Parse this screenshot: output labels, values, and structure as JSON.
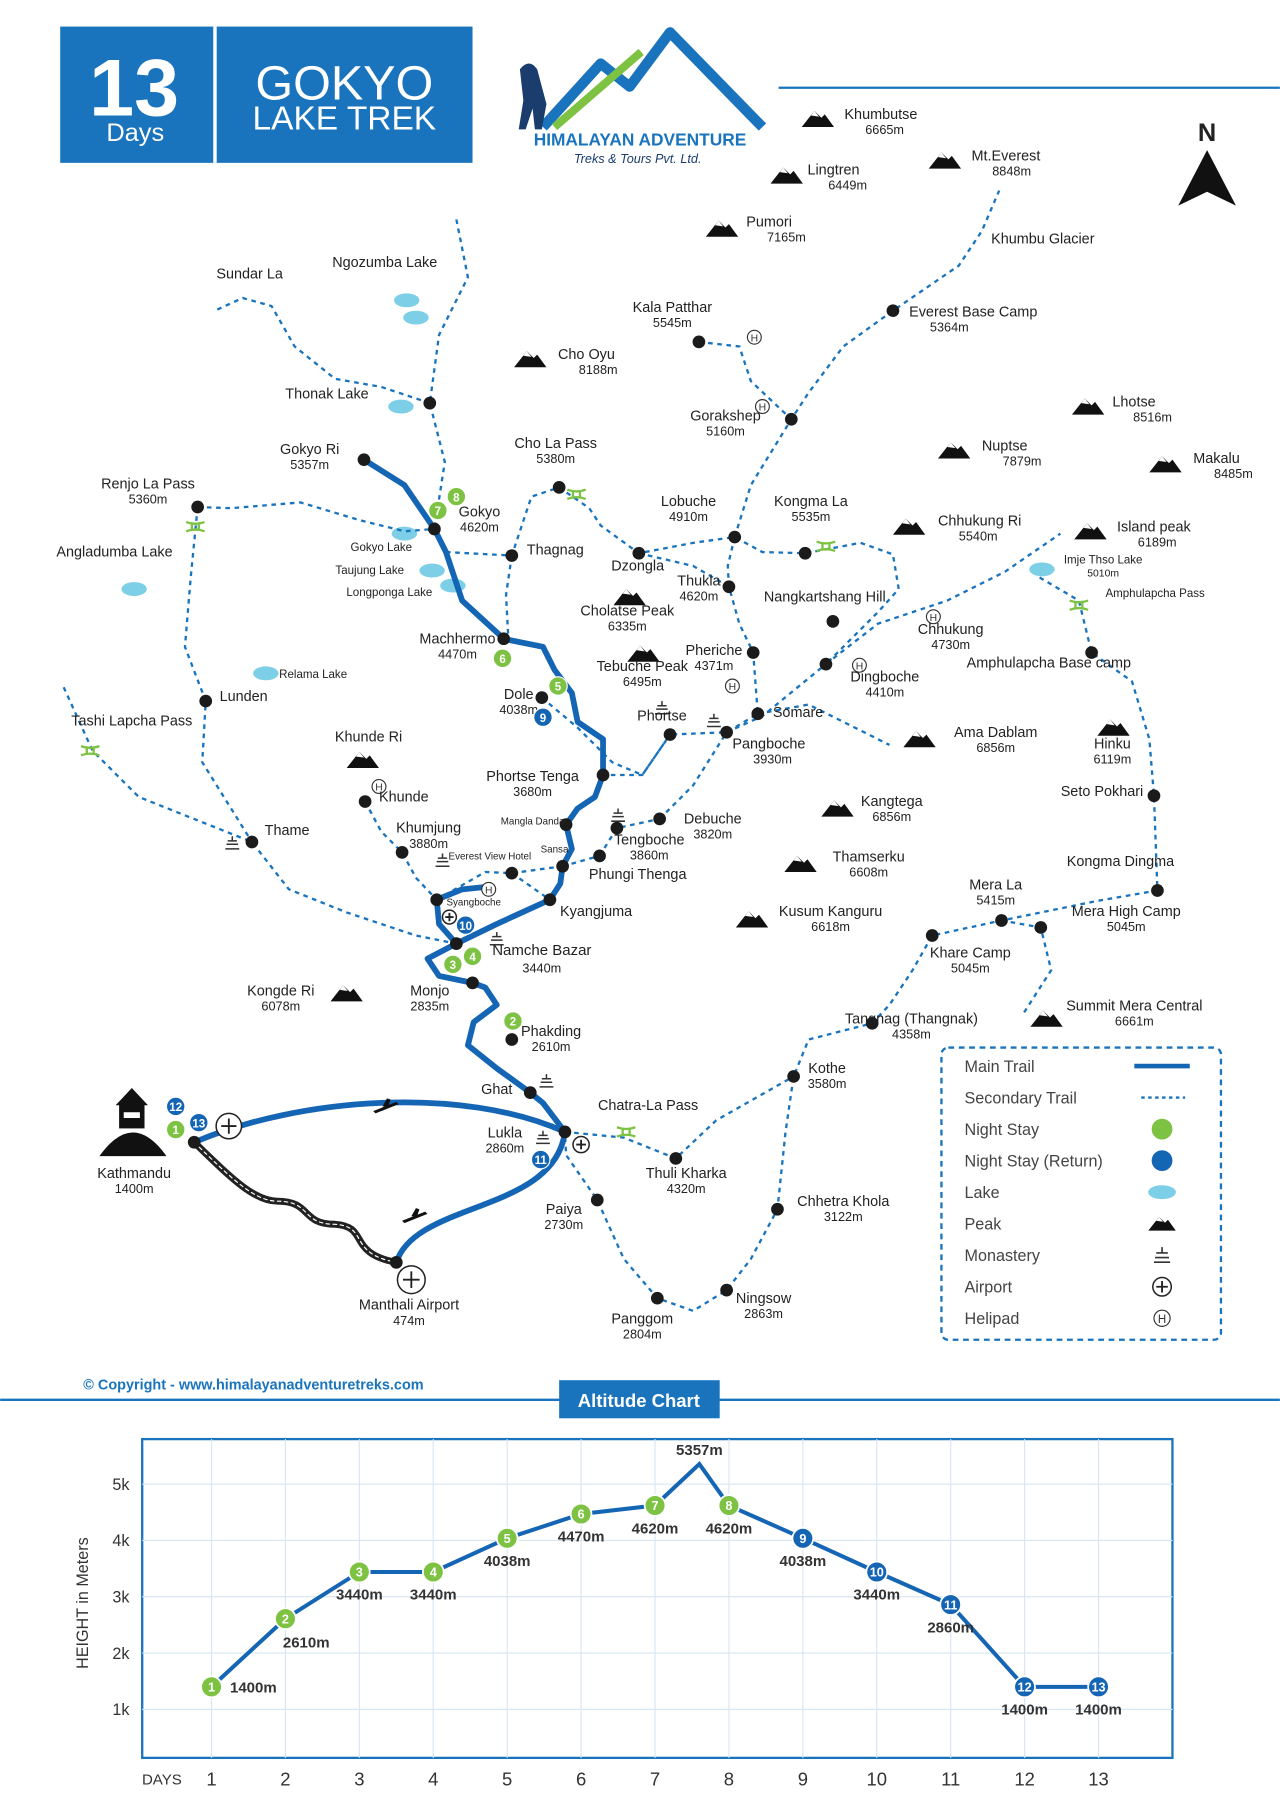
{
  "header": {
    "days_number": "13",
    "days_label": "Days",
    "title_line1": "GOKYO",
    "title_line2": "LAKE TREK"
  },
  "logo": {
    "name": "HIMALAYAN ADVENTURE",
    "tagline": "Treks & Tours Pvt. Ltd."
  },
  "north_label": "N",
  "colors": {
    "brand_blue": "#1a74bd",
    "main_trail": "#1565b5",
    "night_stay": "#7dc242",
    "night_stay_return": "#1565b5",
    "lake": "#7ccfe6"
  },
  "places": [
    {
      "kind": "peak",
      "name": "Khumbutse",
      "elev": "6665m"
    },
    {
      "kind": "peak",
      "name": "Lingtren",
      "elev": "6449m"
    },
    {
      "kind": "peak",
      "name": "Mt.Everest",
      "elev": "8848m"
    },
    {
      "kind": "peak",
      "name": "Pumori",
      "elev": "7165m"
    },
    {
      "kind": "label",
      "name": "Khumbu Glacier",
      "elev": ""
    },
    {
      "kind": "stop",
      "name": "Everest Base Camp",
      "elev": "5364m"
    },
    {
      "kind": "stop",
      "name": "Kala Patthar",
      "elev": "5545m"
    },
    {
      "kind": "stop",
      "name": "Gorakshep",
      "elev": "5160m"
    },
    {
      "kind": "peak",
      "name": "Cho Oyu",
      "elev": "8188m"
    },
    {
      "kind": "peak",
      "name": "Lhotse",
      "elev": "8516m"
    },
    {
      "kind": "peak",
      "name": "Nuptse",
      "elev": "7879m"
    },
    {
      "kind": "peak",
      "name": "Makalu",
      "elev": "8485m"
    },
    {
      "kind": "label",
      "name": "Sundar La",
      "elev": ""
    },
    {
      "kind": "label",
      "name": "Ngozumba Lake",
      "elev": ""
    },
    {
      "kind": "stop",
      "name": "Thonak Lake",
      "elev": ""
    },
    {
      "kind": "stop",
      "name": "Gokyo Ri",
      "elev": "5357m"
    },
    {
      "kind": "stop",
      "name": "Renjo La Pass",
      "elev": "5360m"
    },
    {
      "kind": "stop",
      "name": "Cho La Pass",
      "elev": "5380m"
    },
    {
      "kind": "stop",
      "name": "Gokyo",
      "elev": "4620m"
    },
    {
      "kind": "small",
      "name": "Gokyo Lake",
      "elev": ""
    },
    {
      "kind": "small",
      "name": "Taujung Lake",
      "elev": ""
    },
    {
      "kind": "small",
      "name": "Longponga Lake",
      "elev": ""
    },
    {
      "kind": "stop",
      "name": "Thagnag",
      "elev": ""
    },
    {
      "kind": "label",
      "name": "Angladumba Lake",
      "elev": ""
    },
    {
      "kind": "stop",
      "name": "Lobuche",
      "elev": "4910m"
    },
    {
      "kind": "stop",
      "name": "Kongma La",
      "elev": "5535m"
    },
    {
      "kind": "stop",
      "name": "Dzongla",
      "elev": ""
    },
    {
      "kind": "stop",
      "name": "Thukla",
      "elev": "4620m"
    },
    {
      "kind": "peak",
      "name": "Chhukung Ri",
      "elev": "5540m"
    },
    {
      "kind": "peak",
      "name": "Island peak",
      "elev": "6189m"
    },
    {
      "kind": "small",
      "name": "Imje Thso Lake",
      "elev": "5010m"
    },
    {
      "kind": "small",
      "name": "Amphulapcha Pass",
      "elev": ""
    },
    {
      "kind": "peak",
      "name": "Cholatse Peak",
      "elev": "6335m"
    },
    {
      "kind": "stop",
      "name": "Nangkartshang Hill",
      "elev": ""
    },
    {
      "kind": "label",
      "name": "Chhukung",
      "elev": "4730m"
    },
    {
      "kind": "stop",
      "name": "Machhermo",
      "elev": "4470m"
    },
    {
      "kind": "peak",
      "name": "Tebuche Peak",
      "elev": "6495m"
    },
    {
      "kind": "stop",
      "name": "Pheriche",
      "elev": "4371m"
    },
    {
      "kind": "stop",
      "name": "Dingboche",
      "elev": "4410m"
    },
    {
      "kind": "stop",
      "name": "Amphulapcha Base camp",
      "elev": ""
    },
    {
      "kind": "small",
      "name": "Relama Lake",
      "elev": ""
    },
    {
      "kind": "stop",
      "name": "Lunden",
      "elev": ""
    },
    {
      "kind": "stop",
      "name": "Dole",
      "elev": "4038m"
    },
    {
      "kind": "label",
      "name": "Tashi Lapcha Pass",
      "elev": ""
    },
    {
      "kind": "stop",
      "name": "Phortse",
      "elev": ""
    },
    {
      "kind": "stop",
      "name": "Somare",
      "elev": ""
    },
    {
      "kind": "stop",
      "name": "Pangboche",
      "elev": "3930m"
    },
    {
      "kind": "peak",
      "name": "Ama Dablam",
      "elev": "6856m"
    },
    {
      "kind": "peak",
      "name": "Hinku",
      "elev": "6119m"
    },
    {
      "kind": "peak",
      "name": "Khunde Ri",
      "elev": ""
    },
    {
      "kind": "stop",
      "name": "Khunde",
      "elev": ""
    },
    {
      "kind": "stop",
      "name": "Phortse Tenga",
      "elev": "3680m"
    },
    {
      "kind": "stop",
      "name": "Seto Pokhari",
      "elev": ""
    },
    {
      "kind": "peak",
      "name": "Kangtega",
      "elev": "6856m"
    },
    {
      "kind": "stop",
      "name": "Thame",
      "elev": ""
    },
    {
      "kind": "stop",
      "name": "Khumjung",
      "elev": "3880m"
    },
    {
      "kind": "stop",
      "name": "Mangla Danda",
      "elev": ""
    },
    {
      "kind": "stop",
      "name": "Debuche",
      "elev": "3820m"
    },
    {
      "kind": "stop",
      "name": "Tengboche",
      "elev": "3860m"
    },
    {
      "kind": "stop",
      "name": "Phungi Thenga",
      "elev": ""
    },
    {
      "kind": "stop",
      "name": "Sansa",
      "elev": ""
    },
    {
      "kind": "stop",
      "name": "Everest View Hotel",
      "elev": ""
    },
    {
      "kind": "stop",
      "name": "Syangboche",
      "elev": ""
    },
    {
      "kind": "peak",
      "name": "Thamserku",
      "elev": "6608m"
    },
    {
      "kind": "stop",
      "name": "Kongma Dingma",
      "elev": ""
    },
    {
      "kind": "stop",
      "name": "Mera La",
      "elev": "5415m"
    },
    {
      "kind": "stop",
      "name": "Mera High Camp",
      "elev": "5045m"
    },
    {
      "kind": "stop",
      "name": "Kyangjuma",
      "elev": ""
    },
    {
      "kind": "peak",
      "name": "Kusum Kanguru",
      "elev": "6618m"
    },
    {
      "kind": "stop",
      "name": "Khare Camp",
      "elev": "5045m"
    },
    {
      "kind": "stop",
      "name": "Namche Bazar",
      "elev": "3440m"
    },
    {
      "kind": "peak",
      "name": "Kongde Ri",
      "elev": "6078m"
    },
    {
      "kind": "stop",
      "name": "Monjo",
      "elev": "2835m"
    },
    {
      "kind": "peak",
      "name": "Summit Mera Central",
      "elev": "6661m"
    },
    {
      "kind": "stop",
      "name": "Tangnag (Thangnak)",
      "elev": "4358m"
    },
    {
      "kind": "stop",
      "name": "Phakding",
      "elev": "2610m"
    },
    {
      "kind": "stop",
      "name": "Kothe",
      "elev": "3580m"
    },
    {
      "kind": "stop",
      "name": "Ghat",
      "elev": ""
    },
    {
      "kind": "label",
      "name": "Chatra-La Pass",
      "elev": ""
    },
    {
      "kind": "stop",
      "name": "Lukla",
      "elev": "2860m"
    },
    {
      "kind": "stop",
      "name": "Kathmandu",
      "elev": "1400m"
    },
    {
      "kind": "stop",
      "name": "Thuli Kharka",
      "elev": "4320m"
    },
    {
      "kind": "stop",
      "name": "Paiya",
      "elev": "2730m"
    },
    {
      "kind": "stop",
      "name": "Chhetra Khola",
      "elev": "3122m"
    },
    {
      "kind": "stop",
      "name": "Manthali Airport",
      "elev": "474m"
    },
    {
      "kind": "stop",
      "name": "Ningsow",
      "elev": "2863m"
    },
    {
      "kind": "stop",
      "name": "Panggom",
      "elev": "2804m"
    }
  ],
  "night_stays": [
    {
      "day": "1",
      "type": "outbound"
    },
    {
      "day": "2",
      "type": "outbound"
    },
    {
      "day": "3",
      "type": "outbound"
    },
    {
      "day": "4",
      "type": "outbound"
    },
    {
      "day": "5",
      "type": "outbound"
    },
    {
      "day": "6",
      "type": "outbound"
    },
    {
      "day": "7",
      "type": "outbound"
    },
    {
      "day": "8",
      "type": "outbound"
    },
    {
      "day": "9",
      "type": "return"
    },
    {
      "day": "10",
      "type": "return"
    },
    {
      "day": "11",
      "type": "return"
    },
    {
      "day": "12",
      "type": "return"
    },
    {
      "day": "13",
      "type": "return"
    }
  ],
  "legend": {
    "items": [
      {
        "label": "Main Trail",
        "icon": "main-trail-line"
      },
      {
        "label": "Secondary Trail",
        "icon": "secondary-trail-line"
      },
      {
        "label": "Night Stay",
        "icon": "green-dot"
      },
      {
        "label": "Night Stay (Return)",
        "icon": "blue-dot"
      },
      {
        "label": "Lake",
        "icon": "lake-icon"
      },
      {
        "label": "Peak",
        "icon": "peak-icon"
      },
      {
        "label": "Monastery",
        "icon": "monastery-icon"
      },
      {
        "label": "Airport",
        "icon": "airport-icon"
      },
      {
        "label": "Helipad",
        "icon": "helipad-icon"
      }
    ]
  },
  "copyright": "© Copyright - www.himalayanadventuretreks.com",
  "chart_data": {
    "type": "line",
    "title": "Altitude Chart",
    "xlabel": "DAYS",
    "ylabel": "HEIGHT in Meters",
    "x_ticks": [
      "1",
      "2",
      "3",
      "4",
      "5",
      "6",
      "7",
      "8",
      "9",
      "10",
      "11",
      "12",
      "13"
    ],
    "y_ticks": [
      "1k",
      "2k",
      "3k",
      "4k",
      "5k"
    ],
    "ylim": [
      0,
      5800
    ],
    "xlim": [
      0.4,
      14
    ],
    "points": [
      {
        "day": 1,
        "value": 1400,
        "label": "1400m",
        "marker": "1",
        "type": "outbound"
      },
      {
        "day": 2,
        "value": 2610,
        "label": "2610m",
        "marker": "2",
        "type": "outbound"
      },
      {
        "day": 3,
        "value": 3440,
        "label": "3440m",
        "marker": "3",
        "type": "outbound"
      },
      {
        "day": 4,
        "value": 3440,
        "label": "3440m",
        "marker": "4",
        "type": "outbound"
      },
      {
        "day": 5,
        "value": 4038,
        "label": "4038m",
        "marker": "5",
        "type": "outbound"
      },
      {
        "day": 6,
        "value": 4470,
        "label": "4470m",
        "marker": "6",
        "type": "outbound"
      },
      {
        "day": 7,
        "value": 4620,
        "label": "4620m",
        "marker": "7",
        "type": "outbound"
      },
      {
        "day": 7.6,
        "value": 5357,
        "label": "5357m",
        "marker": "",
        "type": "peak"
      },
      {
        "day": 8,
        "value": 4620,
        "label": "4620m",
        "marker": "8",
        "type": "outbound"
      },
      {
        "day": 9,
        "value": 4038,
        "label": "4038m",
        "marker": "9",
        "type": "return"
      },
      {
        "day": 10,
        "value": 3440,
        "label": "3440m",
        "marker": "10",
        "type": "return"
      },
      {
        "day": 11,
        "value": 2860,
        "label": "2860m",
        "marker": "11",
        "type": "return"
      },
      {
        "day": 12,
        "value": 1400,
        "label": "1400m",
        "marker": "12",
        "type": "return"
      },
      {
        "day": 13,
        "value": 1400,
        "label": "1400m",
        "marker": "13",
        "type": "return"
      }
    ],
    "grid": true
  }
}
